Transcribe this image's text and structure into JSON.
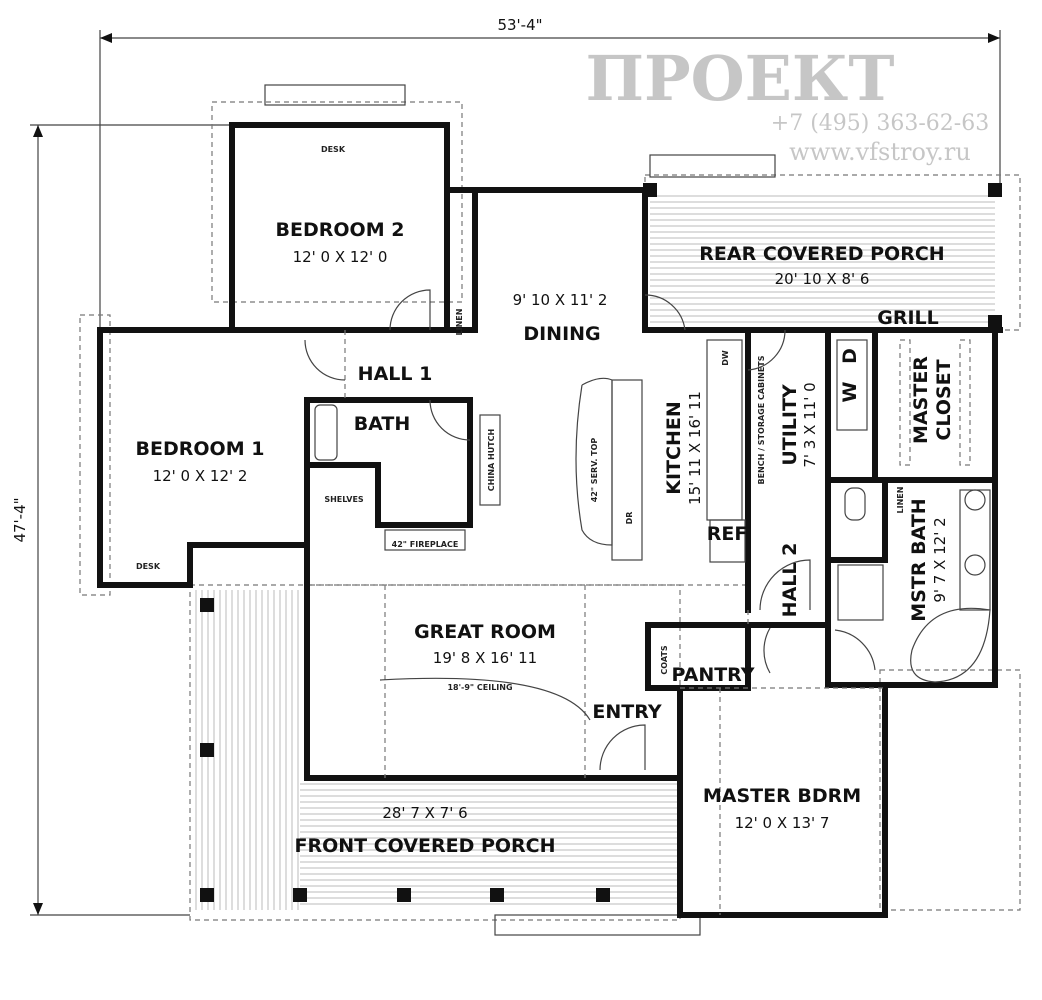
{
  "dimensions": {
    "width": "53'-4\"",
    "depth": "47'-4\""
  },
  "rooms": {
    "bedroom2": {
      "name": "BEDROOM 2",
      "size": "12' 0 X 12' 0",
      "desk": "DESK"
    },
    "bedroom1": {
      "name": "BEDROOM 1",
      "size": "12' 0 X 12' 2",
      "desk": "DESK"
    },
    "dining": {
      "name": "DINING",
      "size": "9' 10 X 11' 2"
    },
    "rear_porch": {
      "name": "REAR COVERED PORCH",
      "size": "20' 10 X 8' 6",
      "grill": "GRILL"
    },
    "hall1": {
      "name": "HALL 1"
    },
    "linen1": {
      "name": "LINEN"
    },
    "bath": {
      "name": "BATH"
    },
    "shelves": {
      "name": "SHELVES"
    },
    "fireplace": {
      "name": "42\" FIREPLACE"
    },
    "china_hutch": {
      "name": "CHINA HUTCH"
    },
    "serv_top": {
      "name": "42\" SERV. TOP"
    },
    "kitchen": {
      "name": "KITCHEN",
      "size": "15' 11 X 16' 11",
      "dw": "DW",
      "ref": "REF",
      "dr": "DR"
    },
    "utility": {
      "name": "UTILITY",
      "size": "7' 3 X 11' 0",
      "bench": "BENCH / STORAGE CABINETS",
      "dryer": "D",
      "washer": "W"
    },
    "master_closet": {
      "name": "MASTER",
      "name2": "CLOSET"
    },
    "master_bath": {
      "name": "MSTR BATH",
      "size": "9' 7 X 12' 2",
      "linen": "LINEN"
    },
    "hall2": {
      "name": "HALL 2"
    },
    "great_room": {
      "name": "GREAT ROOM",
      "size": "19' 8 X 16' 11",
      "ceiling": "18'-9\" CEILING"
    },
    "coats": {
      "name": "COATS"
    },
    "pantry": {
      "name": "PANTRY"
    },
    "entry": {
      "name": "ENTRY"
    },
    "master_bdrm": {
      "name": "MASTER BDRM",
      "size": "12' 0 X 13' 7"
    },
    "front_porch": {
      "name": "FRONT COVERED PORCH",
      "size": "28' 7 X 7' 6"
    }
  },
  "watermark": {
    "brand": "ПРОЕКТ",
    "phone": "+7 (495) 363-62-63",
    "url": "www.vfstroy.ru"
  }
}
